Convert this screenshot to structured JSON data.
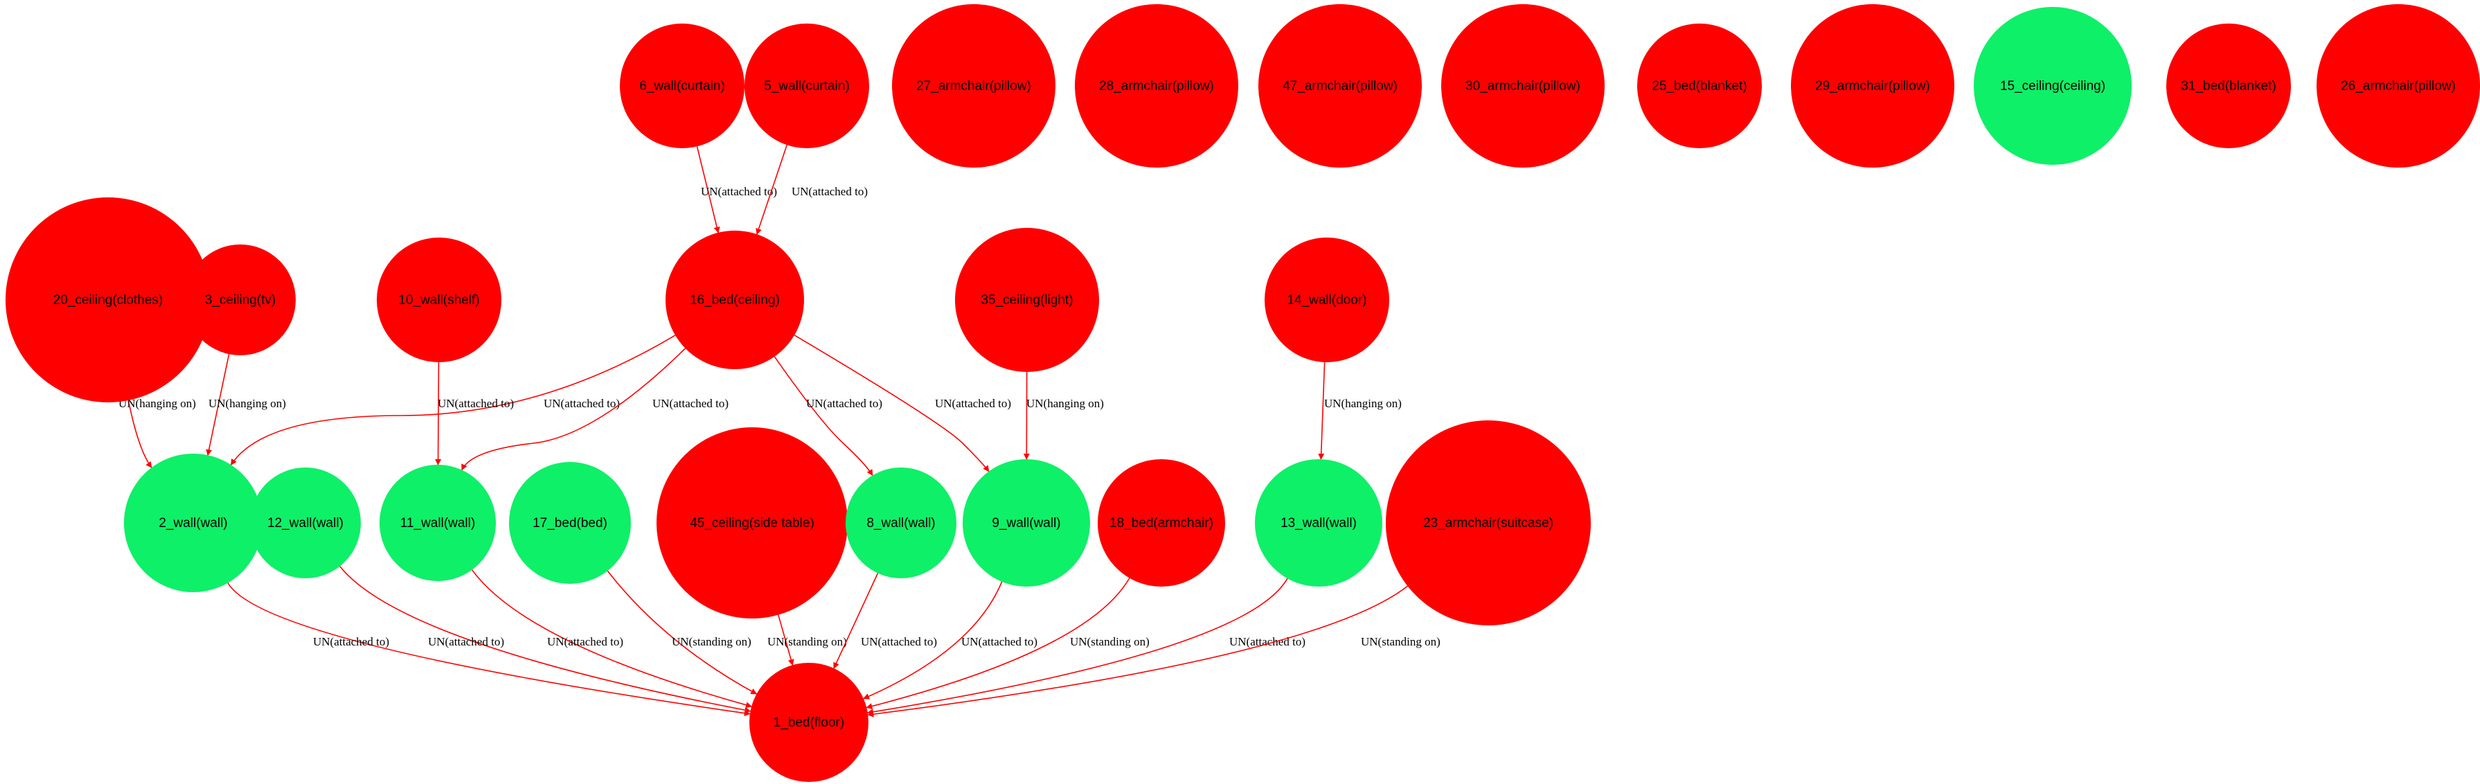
{
  "graph": {
    "colors": {
      "red": "#ff0000",
      "green": "#0ef067",
      "edge": "#ff0000",
      "background": "#ffffff"
    },
    "nodes": [
      {
        "id": "6",
        "label": "6_wall(curtain)",
        "color": "red"
      },
      {
        "id": "5",
        "label": "5_wall(curtain)",
        "color": "red"
      },
      {
        "id": "27",
        "label": "27_armchair(pillow)",
        "color": "red"
      },
      {
        "id": "28",
        "label": "28_armchair(pillow)",
        "color": "red"
      },
      {
        "id": "47",
        "label": "47_armchair(pillow)",
        "color": "red"
      },
      {
        "id": "30",
        "label": "30_armchair(pillow)",
        "color": "red"
      },
      {
        "id": "25",
        "label": "25_bed(blanket)",
        "color": "red"
      },
      {
        "id": "29",
        "label": "29_armchair(pillow)",
        "color": "red"
      },
      {
        "id": "15",
        "label": "15_ceiling(ceiling)",
        "color": "green"
      },
      {
        "id": "31",
        "label": "31_bed(blanket)",
        "color": "red"
      },
      {
        "id": "26",
        "label": "26_armchair(pillow)",
        "color": "red"
      },
      {
        "id": "20",
        "label": "20_ceiling(clothes)",
        "color": "red"
      },
      {
        "id": "3",
        "label": "3_ceiling(tv)",
        "color": "red"
      },
      {
        "id": "10",
        "label": "10_wall(shelf)",
        "color": "red"
      },
      {
        "id": "16",
        "label": "16_bed(ceiling)",
        "color": "red"
      },
      {
        "id": "35",
        "label": "35_ceiling(light)",
        "color": "red"
      },
      {
        "id": "14",
        "label": "14_wall(door)",
        "color": "red"
      },
      {
        "id": "2",
        "label": "2_wall(wall)",
        "color": "green"
      },
      {
        "id": "12",
        "label": "12_wall(wall)",
        "color": "green"
      },
      {
        "id": "11",
        "label": "11_wall(wall)",
        "color": "green"
      },
      {
        "id": "17",
        "label": "17_bed(bed)",
        "color": "green"
      },
      {
        "id": "45",
        "label": "45_ceiling(side table)",
        "color": "red"
      },
      {
        "id": "8",
        "label": "8_wall(wall)",
        "color": "green"
      },
      {
        "id": "9",
        "label": "9_wall(wall)",
        "color": "green"
      },
      {
        "id": "18",
        "label": "18_bed(armchair)",
        "color": "red"
      },
      {
        "id": "13",
        "label": "13_wall(wall)",
        "color": "green"
      },
      {
        "id": "23",
        "label": "23_armchair(suitcase)",
        "color": "red"
      },
      {
        "id": "1",
        "label": "1_bed(floor)",
        "color": "red"
      }
    ],
    "edges": [
      {
        "id": "e6-16",
        "from": "6",
        "to": "16",
        "label": "UN(attached to)"
      },
      {
        "id": "e5-16",
        "from": "5",
        "to": "16",
        "label": "UN(attached to)"
      },
      {
        "id": "e20-2",
        "from": "20",
        "to": "2",
        "label": "UN(hanging on)"
      },
      {
        "id": "e3-2",
        "from": "3",
        "to": "2",
        "label": "UN(hanging on)"
      },
      {
        "id": "e16-2",
        "from": "16",
        "to": "2",
        "label": "UN(attached to)"
      },
      {
        "id": "e10-11",
        "from": "10",
        "to": "11",
        "label": "UN(attached to)"
      },
      {
        "id": "e16-11",
        "from": "16",
        "to": "11",
        "label": "UN(attached to)"
      },
      {
        "id": "e16-8",
        "from": "16",
        "to": "8",
        "label": "UN(attached to)"
      },
      {
        "id": "e16-9",
        "from": "16",
        "to": "9",
        "label": "UN(attached to)"
      },
      {
        "id": "e35-9",
        "from": "35",
        "to": "9",
        "label": "UN(hanging on)"
      },
      {
        "id": "e14-13",
        "from": "14",
        "to": "13",
        "label": "UN(hanging on)"
      },
      {
        "id": "e2-1",
        "from": "2",
        "to": "1",
        "label": "UN(attached to)"
      },
      {
        "id": "e12-1",
        "from": "12",
        "to": "1",
        "label": "UN(attached to)"
      },
      {
        "id": "e11-1",
        "from": "11",
        "to": "1",
        "label": "UN(attached to)"
      },
      {
        "id": "e17-1",
        "from": "17",
        "to": "1",
        "label": "UN(standing on)"
      },
      {
        "id": "e45-1",
        "from": "45",
        "to": "1",
        "label": "UN(standing on)"
      },
      {
        "id": "e8-1",
        "from": "8",
        "to": "1",
        "label": "UN(attached to)"
      },
      {
        "id": "e9-1",
        "from": "9",
        "to": "1",
        "label": "UN(attached to)"
      },
      {
        "id": "e18-1",
        "from": "18",
        "to": "1",
        "label": "UN(standing on)"
      },
      {
        "id": "e13-1",
        "from": "13",
        "to": "1",
        "label": "UN(attached to)"
      },
      {
        "id": "e23-1",
        "from": "23",
        "to": "1",
        "label": "UN(standing on)"
      }
    ]
  }
}
